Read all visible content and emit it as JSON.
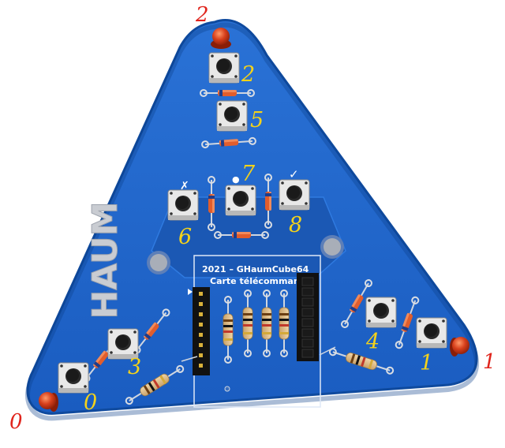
{
  "board": {
    "title_line1": "2021 – GHaumCube64",
    "title_line2": "Carte télécommande",
    "logo": "HAUM",
    "symbol_cross": "✗",
    "symbol_dot": "●",
    "symbol_check": "✓"
  },
  "led_labels": [
    "0",
    "1",
    "2"
  ],
  "button_labels": [
    "0",
    "1",
    "2",
    "3",
    "4",
    "5",
    "6",
    "7",
    "8"
  ],
  "colors": {
    "board": "#1e66cc",
    "board_edge": "#0f4a9e",
    "led_label": "#e0241c",
    "button_label": "#f4d21a",
    "silkscreen": "#ffffff"
  }
}
